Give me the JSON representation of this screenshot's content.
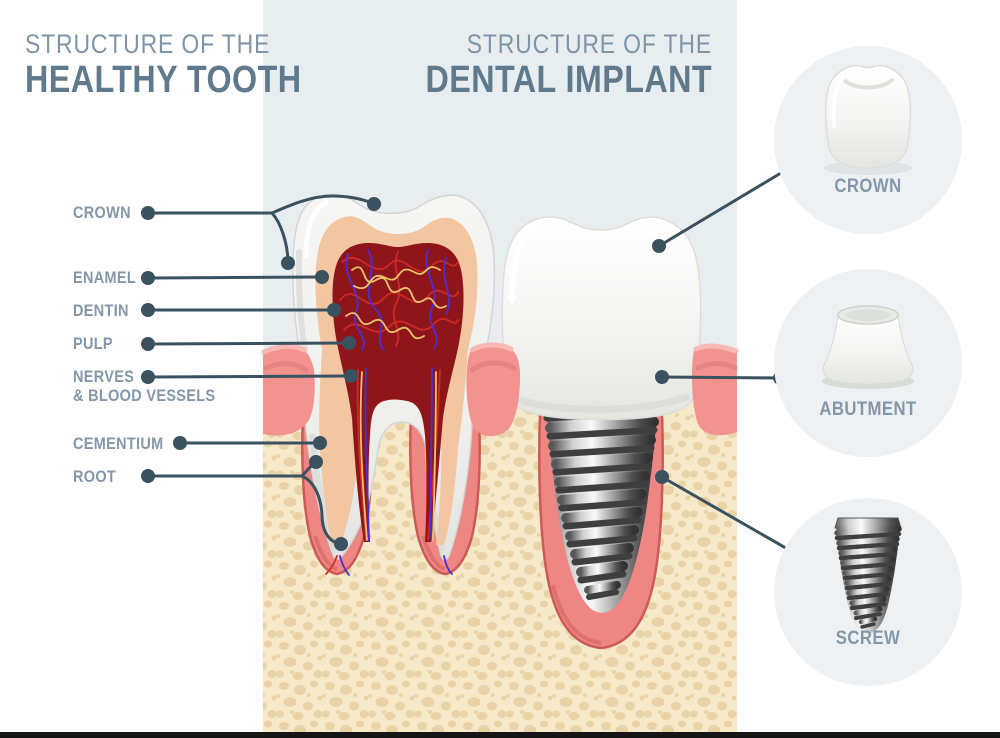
{
  "titles": {
    "healthy": {
      "line1": "STRUCTURE OF THE",
      "line2": "HEALTHY TOOTH"
    },
    "implant": {
      "line1": "STRUCTURE OF THE",
      "line2": "DENTAL IMPLANT"
    }
  },
  "tooth_labels": {
    "crown": "CROWN",
    "enamel": "ENAMEL",
    "dentin": "DENTIN",
    "pulp": "PULP",
    "nerves_line1": "NERVES",
    "nerves_line2": "& BLOOD VESSELS",
    "cementium": "CEMENTIUM",
    "root": "ROOT"
  },
  "implant_parts": {
    "crown": "CROWN",
    "abutment": "ABUTMENT",
    "screw": "SCREW"
  },
  "illustrations": {
    "left": "healthy-tooth-cross-section-illustration",
    "right": "dental-implant-in-gum-illustration",
    "circle_icons": [
      "crown-icon",
      "abutment-icon",
      "screw-icon"
    ]
  },
  "colors": {
    "panel_background": "#e8edf0",
    "circle_background": "#eef1f4",
    "title_light": "#7e95a7",
    "title_bold": "#5f7a8c",
    "label_text": "#8497aa",
    "callout_line": "#3a515f",
    "gum_pink": "#f2938f",
    "gum_pocket": "#ee8784",
    "gum_rim": "#c95a55",
    "bone_beige": "#f6e9c9",
    "bone_speckle": "#e9d2a5",
    "tooth_ivory": "#f1f2f0",
    "dentin_peach": "#f3c6a2",
    "pulp_red": "#8e151a",
    "nerve_red": "#cf2a26",
    "nerve_blue": "#4b2fd4",
    "nerve_yellow": "#e9c36a",
    "metal_dark": "#3c3c3c",
    "bottom_bar": "#161616"
  }
}
